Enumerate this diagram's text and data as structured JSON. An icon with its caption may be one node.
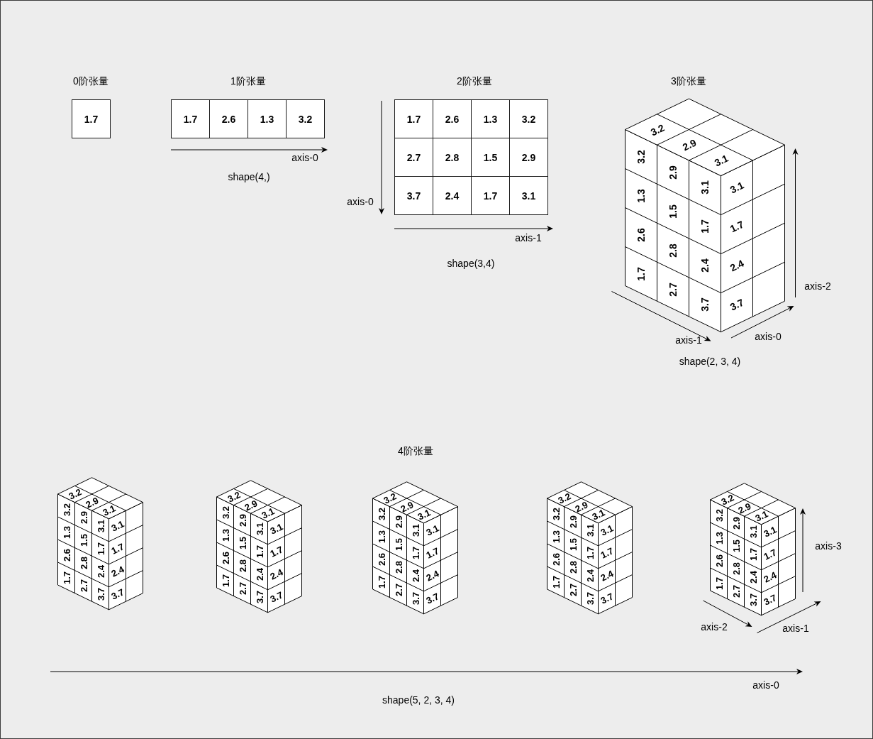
{
  "diagram": {
    "labels": [
      "0阶张量",
      "1.7",
      "1阶张量",
      "1.7",
      "2.6",
      "1.3",
      "3.2",
      "axis-0",
      "shape(4,)",
      "2阶张量",
      "1.7",
      "2.6",
      "1.3",
      "3.2",
      "2.7",
      "2.8",
      "1.5",
      "2.9",
      "3.7",
      "2.4",
      "1.7",
      "3.1",
      "axis-0",
      "axis-1",
      "shape(3,4)",
      "3阶张量",
      "3.2",
      "2.9",
      "3.2",
      "3.1",
      "2.9",
      "3.1",
      "3.1",
      "1.3",
      "1.5",
      "1.7",
      "1.7",
      "2.6",
      "2.8",
      "2.4",
      "2.4",
      "1.7",
      "2.7",
      "3.7",
      "3.7",
      "axis-2",
      "axis-1",
      "axis-0",
      "shape(2, 3, 4)",
      "4阶张量",
      "3.2",
      "2.9",
      "3.2",
      "3.1",
      "2.9",
      "3.1",
      "3.1",
      "1.3",
      "1.5",
      "1.7",
      "1.7",
      "2.6",
      "2.8",
      "2.4",
      "2.4",
      "1.7",
      "2.7",
      "3.7",
      "3.7",
      "3.2",
      "2.9",
      "3.2",
      "3.1",
      "2.9",
      "3.1",
      "3.1",
      "1.3",
      "1.5",
      "1.7",
      "1.7",
      "2.6",
      "2.8",
      "2.4",
      "2.4",
      "1.7",
      "2.7",
      "3.7",
      "3.7",
      "3.2",
      "2.9",
      "3.2",
      "3.1",
      "2.9",
      "3.1",
      "3.1",
      "1.3",
      "1.5",
      "1.7",
      "1.7",
      "2.6",
      "2.8",
      "2.4",
      "2.4",
      "1.7",
      "2.7",
      "3.7",
      "3.7",
      "3.2",
      "2.9",
      "3.2",
      "3.1",
      "2.9",
      "3.1",
      "3.1",
      "1.3",
      "1.5",
      "1.7",
      "1.7",
      "2.6",
      "2.8",
      "2.4",
      "2.4",
      "1.7",
      "2.7",
      "3.7",
      "3.7",
      "3.2",
      "2.9",
      "3.2",
      "3.1",
      "2.9",
      "3.1",
      "3.1",
      "1.3",
      "1.5",
      "1.7",
      "1.7",
      "2.6",
      "2.8",
      "2.4",
      "2.4",
      "1.7",
      "2.7",
      "3.7",
      "3.7",
      "axis-3",
      "axis-2",
      "axis-1",
      "axis-0",
      "shape(5, 2, 3, 4)"
    ]
  }
}
